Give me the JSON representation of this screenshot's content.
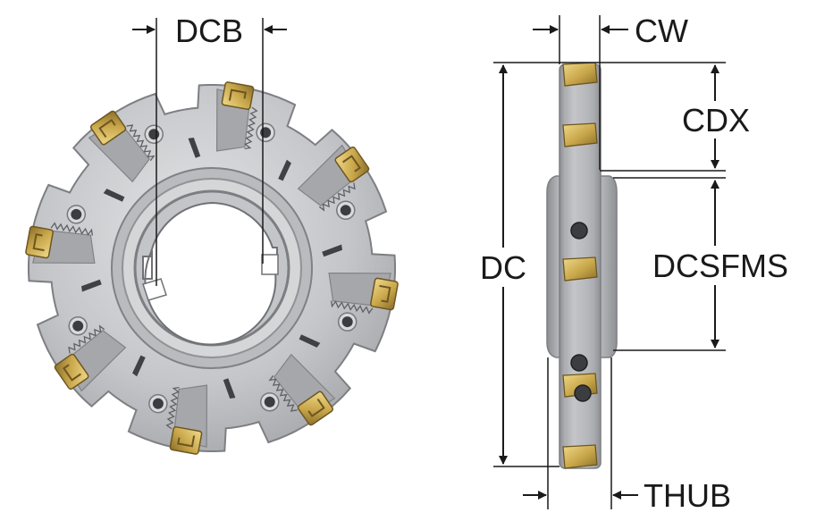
{
  "labels": {
    "dcb": "DCB",
    "cw": "CW",
    "cdx": "CDX",
    "dc": "DC",
    "dcsfms": "DCSFMS",
    "thub": "THUB"
  },
  "colors": {
    "background": "#ffffff",
    "body_steel": "#c9cacc",
    "body_dark": "#8e9094",
    "bore": "#ffffff",
    "insert_gold": "#c8a64a",
    "insert_gold_dark": "#8a6f2a",
    "screw": "#3b3d40",
    "line": "#1a1a1a"
  },
  "icons": {
    "front_view": "slotting-cutter-front-view",
    "side_view": "slotting-cutter-side-view",
    "arrow": "dimension-arrow"
  }
}
